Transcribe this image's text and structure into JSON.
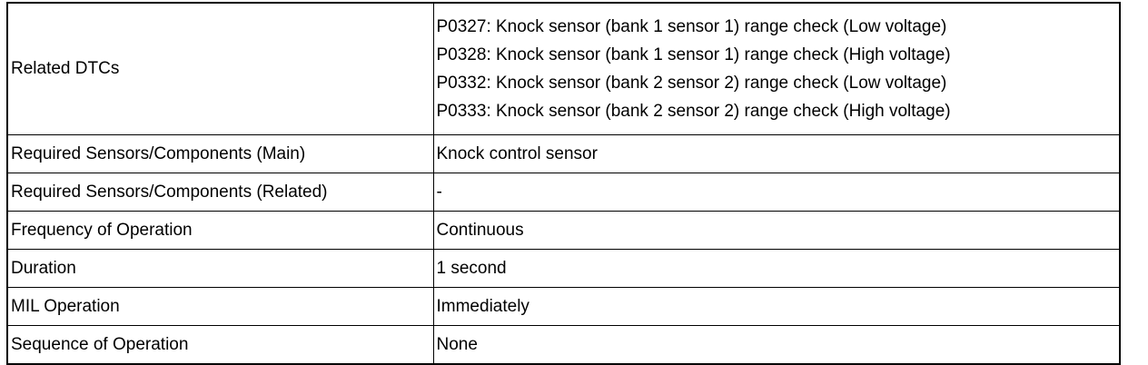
{
  "table": {
    "rows": [
      {
        "label": "Related DTCs",
        "values": [
          "P0327: Knock sensor (bank 1 sensor 1) range check (Low voltage)",
          "P0328: Knock sensor (bank 1 sensor 1) range check (High voltage)",
          "P0332: Knock sensor (bank 2 sensor 2) range check (Low voltage)",
          "P0333: Knock sensor (bank 2 sensor 2) range check (High voltage)"
        ]
      },
      {
        "label": "Required Sensors/Components (Main)",
        "value": "Knock control sensor"
      },
      {
        "label": "Required Sensors/Components (Related)",
        "value": "-"
      },
      {
        "label": "Frequency of Operation",
        "value": "Continuous"
      },
      {
        "label": "Duration",
        "value": "1 second"
      },
      {
        "label": "MIL Operation",
        "value": "Immediately"
      },
      {
        "label": "Sequence of Operation",
        "value": "None"
      }
    ]
  }
}
